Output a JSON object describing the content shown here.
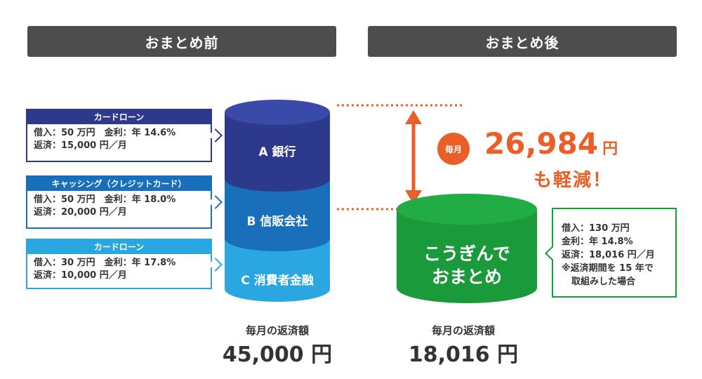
{
  "headers": {
    "before": "おまとめ前",
    "after": "おまとめ後"
  },
  "loans": [
    {
      "title": "カードローン",
      "line1": "借入：50 万円　金利：年 14.6%",
      "line2": "返済：15,000 円／月",
      "bank": "A 銀行",
      "color": "#2d3a8c",
      "top_color": "#3a4aa8"
    },
    {
      "title": "キャッシング（クレジットカード）",
      "line1": "借入：50 万円　金利：年 18.0%",
      "line2": "返済：20,000 円／月",
      "bank": "B 信販会社",
      "color": "#1a6fba",
      "top_color": "#2a82cc"
    },
    {
      "title": "カードローン",
      "line1": "借入：30 万円　金利：年 17.8%",
      "line2": "返済：10,000 円／月",
      "bank": "C 消費者金融",
      "color": "#2aa6e0",
      "top_color": "#3ab4ea"
    }
  ],
  "after_stack": {
    "label_line1": "こうぎんで",
    "label_line2": "おまとめ",
    "color": "#1a9a3a",
    "top_color": "#22ac45"
  },
  "after_box": {
    "line1": "借入：130 万円",
    "line2": "金利：年 14.8%",
    "line3": "返済：18,016 円／月",
    "note1": "※返済期間を 15 年で",
    "note2": "取組みした場合"
  },
  "savings": {
    "badge": "毎月",
    "amount": "26,984",
    "unit": "円",
    "text": "も軽減！",
    "color": "#ea5f27"
  },
  "totals": {
    "before_caption": "毎月の返済額",
    "before_amount": "45,000 円",
    "after_caption": "毎月の返済額",
    "after_amount": "18,016 円"
  }
}
